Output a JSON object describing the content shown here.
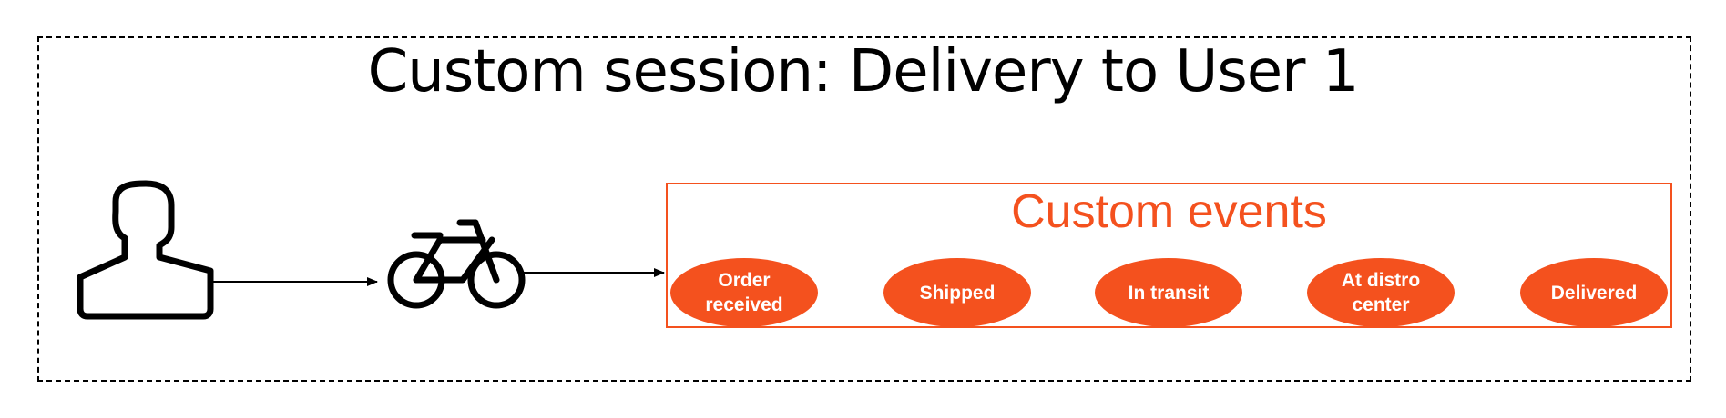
{
  "diagram": {
    "title": "Custom session: Delivery to User 1",
    "events_group": {
      "title": "Custom events",
      "events": [
        {
          "label": "Order\nreceived"
        },
        {
          "label": "Shipped"
        },
        {
          "label": "In transit"
        },
        {
          "label": "At distro\ncenter"
        },
        {
          "label": "Delivered"
        }
      ]
    },
    "icons": [
      "user-icon",
      "bicycle-icon"
    ],
    "colors": {
      "accent": "#f4511e",
      "line": "#000000",
      "background": "#ffffff"
    }
  }
}
